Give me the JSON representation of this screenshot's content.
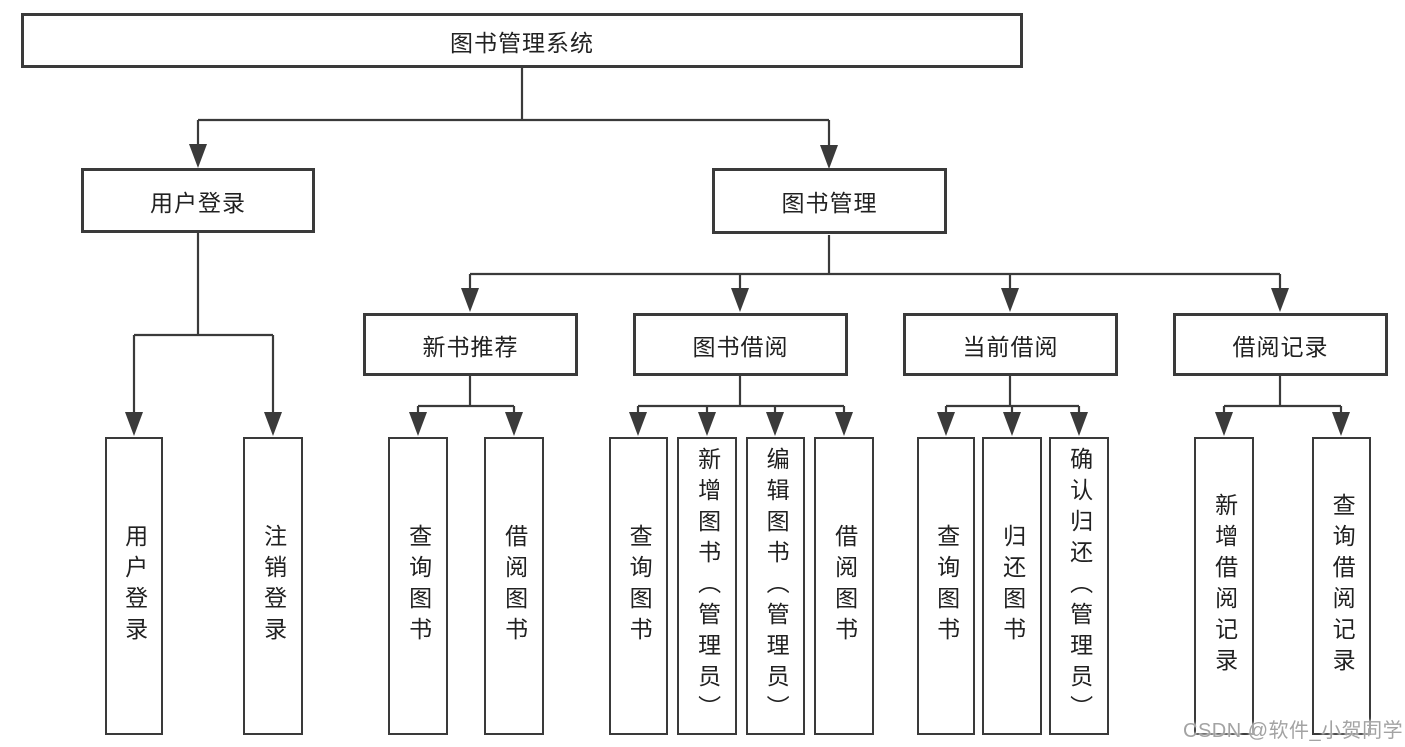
{
  "colors": {
    "line": "#3a3a3a",
    "box_border": "#3a3a3a",
    "text": "#212121",
    "watermark": "#a3a3a3",
    "background": "#ffffff"
  },
  "tree": {
    "label": "图书管理系统",
    "children": [
      {
        "label": "用户登录",
        "children": [
          {
            "label": "用户登录"
          },
          {
            "label": "注销登录"
          }
        ]
      },
      {
        "label": "图书管理",
        "children": [
          {
            "label": "新书推荐",
            "children": [
              {
                "label": "查询图书"
              },
              {
                "label": "借阅图书"
              }
            ]
          },
          {
            "label": "图书借阅",
            "children": [
              {
                "label": "查询图书"
              },
              {
                "label": "新增图书（管理员）"
              },
              {
                "label": "编辑图书（管理员）"
              },
              {
                "label": "借阅图书"
              }
            ]
          },
          {
            "label": "当前借阅",
            "children": [
              {
                "label": "查询图书"
              },
              {
                "label": "归还图书"
              },
              {
                "label": "确认归还（管理员）"
              }
            ]
          },
          {
            "label": "借阅记录",
            "children": [
              {
                "label": "新增借阅记录"
              },
              {
                "label": "查询借阅记录"
              }
            ]
          }
        ]
      }
    ]
  },
  "watermark": {
    "text": "CSDN @软件_小贺同学"
  }
}
